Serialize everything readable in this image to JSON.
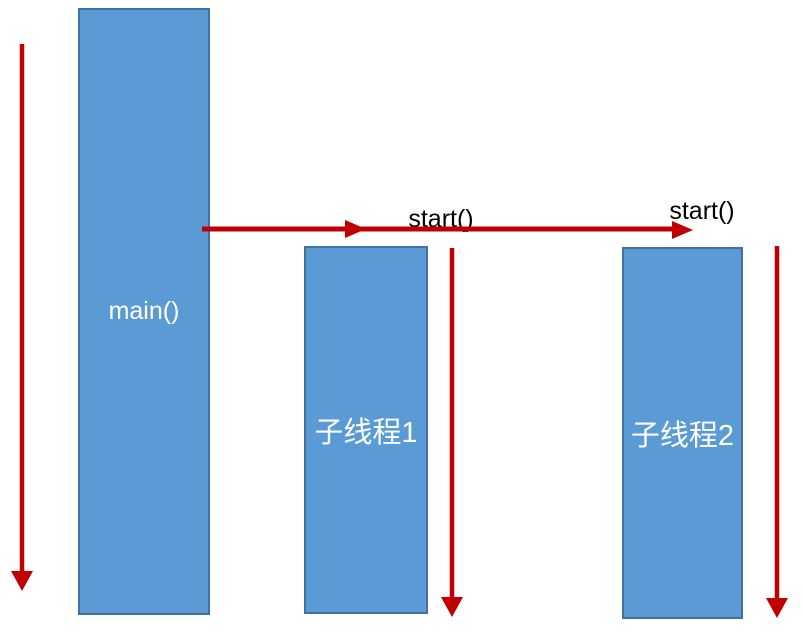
{
  "diagram": {
    "type": "thread-sequence-diagram",
    "nodes": [
      {
        "id": "main",
        "label": "main()"
      },
      {
        "id": "thread1",
        "label": "子线程1"
      },
      {
        "id": "thread2",
        "label": "子线程2"
      }
    ],
    "calls": [
      {
        "label": "start()",
        "from": "main",
        "to": "thread1"
      },
      {
        "label": "start()",
        "from": "main",
        "to": "thread2"
      }
    ]
  },
  "colors": {
    "bar_fill": "#5b9bd5",
    "bar_border": "#41719c",
    "arrow_red": "#c00000",
    "bar_label_text": "#ffffff",
    "call_label_text": "#000000",
    "background": "#ffffff"
  }
}
